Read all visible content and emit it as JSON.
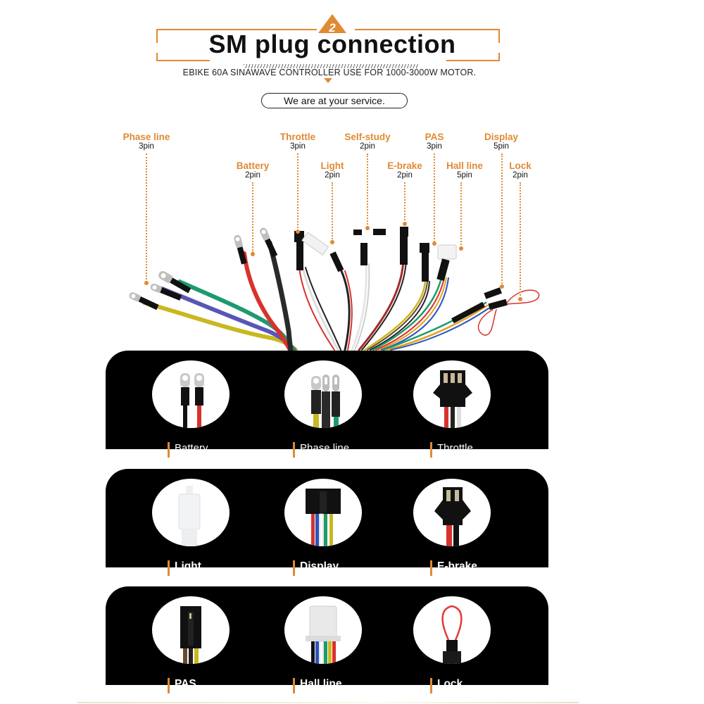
{
  "header": {
    "step_number": "2",
    "title": "SM plug connection",
    "subtitle": "EBIKE 60A SINAWAVE CONTROLLER USE FOR 1000-3000W MOTOR.",
    "service_tagline": "We are at your service."
  },
  "callouts": [
    {
      "id": "phase-line",
      "name": "Phase line",
      "pins": "3pin"
    },
    {
      "id": "battery",
      "name": "Battery",
      "pins": "2pin"
    },
    {
      "id": "throttle",
      "name": "Throttle",
      "pins": "3pin"
    },
    {
      "id": "light",
      "name": "Light",
      "pins": "2pin"
    },
    {
      "id": "self-study",
      "name": "Self-study",
      "pins": "2pin"
    },
    {
      "id": "e-brake",
      "name": "E-brake",
      "pins": "2pin"
    },
    {
      "id": "pas",
      "name": "PAS",
      "pins": "3pin"
    },
    {
      "id": "hall-line",
      "name": "Hall line",
      "pins": "5pin"
    },
    {
      "id": "display",
      "name": "Display",
      "pins": "5pin"
    },
    {
      "id": "lock",
      "name": "Lock",
      "pins": "2pin"
    }
  ],
  "panels": [
    {
      "items": [
        {
          "label": "Battery",
          "icon": "ring-terminal-pair-icon"
        },
        {
          "label": "Phase line",
          "icon": "ring-terminal-triple-icon"
        },
        {
          "label": "Throttle",
          "icon": "three-pin-connector-icon"
        }
      ]
    },
    {
      "items": [
        {
          "label": "Light",
          "icon": "bullet-connector-icon"
        },
        {
          "label": "Display",
          "icon": "five-pin-connector-icon"
        },
        {
          "label": "E-brake",
          "icon": "two-pin-connector-icon"
        }
      ]
    },
    {
      "items": [
        {
          "label": "PAS",
          "icon": "three-pin-sm-connector-icon"
        },
        {
          "label": "Hall line",
          "icon": "hall-connector-icon"
        },
        {
          "label": "Lock",
          "icon": "loop-wire-icon"
        }
      ]
    }
  ],
  "colors": {
    "accent": "#e08a34",
    "panel_bg": "#000000",
    "wire_red": "#d8322c",
    "wire_black": "#222222",
    "wire_green": "#1e9a6e",
    "wire_blue": "#5a55b8",
    "wire_yellow": "#c9b820"
  }
}
